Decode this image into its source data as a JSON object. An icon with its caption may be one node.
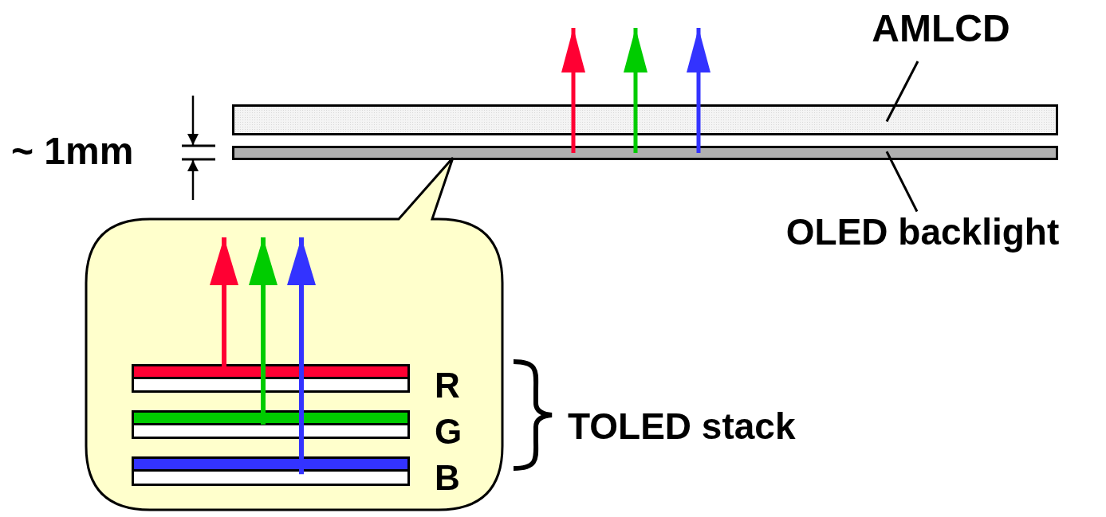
{
  "diagram": {
    "nodes": [
      {
        "text": [
          "AMLCD"
        ]
      },
      {
        "text": [],
        "shape": "bar"
      },
      {
        "text": [],
        "shape": "bar"
      },
      {
        "text": [
          "OLED backlight"
        ]
      },
      {
        "text": [],
        "shape": "callout"
      },
      {
        "text": [],
        "shape": "bar",
        "in": 4,
        "beside": [
          "R"
        ]
      },
      {
        "text": [],
        "shape": "bar",
        "in": 4,
        "beside": [
          "G"
        ]
      },
      {
        "text": [],
        "shape": "bar",
        "in": 4,
        "beside": [
          "B"
        ]
      }
    ],
    "edges": [
      {
        "from": 0,
        "to": 1,
        "arrow": "none"
      },
      {
        "from": 3,
        "to": 2,
        "arrow": "none"
      },
      {
        "from": 2,
        "to": null,
        "arrow": "to",
        "color": "#ff0033"
      },
      {
        "from": 2,
        "to": null,
        "arrow": "to",
        "color": "#00cc00"
      },
      {
        "from": 2,
        "to": null,
        "arrow": "to",
        "color": "#3333ff"
      },
      {
        "from": 5,
        "to": null,
        "arrow": "to",
        "color": "#ff0033"
      },
      {
        "from": 6,
        "to": null,
        "arrow": "to",
        "color": "#00cc00"
      },
      {
        "from": 7,
        "to": null,
        "arrow": "to",
        "color": "#3333ff"
      }
    ],
    "labels": [
      "~ 1mm",
      "TOLED stack"
    ]
  }
}
